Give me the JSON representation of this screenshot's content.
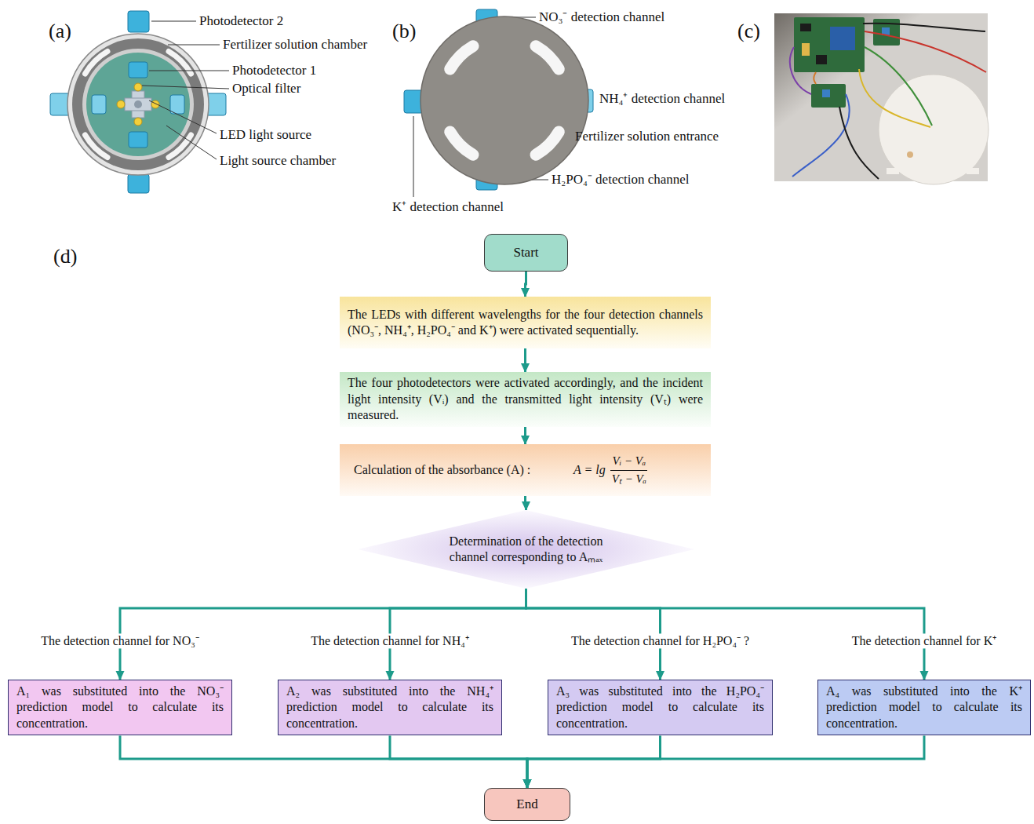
{
  "diagram": {
    "nodes": [
      {
        "text": [
          "Start"
        ]
      },
      {
        "text": [
          "The LEDs with different wavelengths for the four detection channels (NO₃⁻, NH₄⁺, H₂PO₄⁻ and K⁺) were activated sequentially."
        ]
      },
      {
        "text": [
          "The four photodetectors were activated accordingly, and the incident light intensity (Vᵢ) and the transmitted light intensity (Vₜ) were measured."
        ]
      },
      {
        "text": [
          "Calculation of the absorbance (A) :",
          "A = lg",
          "Vᵢ − Vₐ",
          "Vₜ − Vₐ"
        ]
      },
      {
        "text": [
          "Determination of the detection channel corresponding to Aₘₐₓ"
        ]
      },
      {
        "text": [
          "A₁ was substituted into the NO₃⁻ prediction model to calculate its concentration."
        ]
      },
      {
        "text": [
          "A₂ was substituted into the NH₄⁺ prediction model to calculate its concentration."
        ]
      },
      {
        "text": [
          "A₃ was substituted into the H₂PO₄⁻ prediction model to calculate its concentration."
        ]
      },
      {
        "text": [
          "A₄ was substituted into the K⁺ prediction model to calculate its concentration."
        ]
      },
      {
        "text": [
          "End"
        ]
      }
    ],
    "edges": [
      {
        "from": 0,
        "to": 1,
        "arrow": "to"
      },
      {
        "from": 1,
        "to": 2,
        "arrow": "to"
      },
      {
        "from": 2,
        "to": 3,
        "arrow": "to"
      },
      {
        "from": 3,
        "to": 4,
        "arrow": "to"
      },
      {
        "from": 4,
        "to": 5,
        "arrow": "to",
        "label": "The detection channel for NO₃⁻"
      },
      {
        "from": 4,
        "to": 6,
        "arrow": "to",
        "label": "The detection channel for NH₄⁺"
      },
      {
        "from": 4,
        "to": 7,
        "arrow": "to",
        "label": "The detection channel for H₂PO₄⁻ ?"
      },
      {
        "from": 4,
        "to": 8,
        "arrow": "to",
        "label": "The detection channel for K⁺"
      },
      {
        "from": 5,
        "to": 9,
        "arrow": "to"
      },
      {
        "from": 6,
        "to": 9,
        "arrow": "to"
      },
      {
        "from": 7,
        "to": 9,
        "arrow": "to"
      },
      {
        "from": 8,
        "to": 9,
        "arrow": "to"
      }
    ],
    "labels": [
      "(a)",
      "Photodetector 2",
      "Fertilizer solution chamber",
      "Photodetector 1",
      "Optical filter",
      "LED light source",
      "Light source chamber",
      "(b)",
      "NO₃⁻ detection channel",
      "NH₄⁺ detection channel",
      "Fertilizer solution entrance",
      "H₂PO₄⁻ detection channel",
      "K⁺ detection channel",
      "(c)",
      "(d)"
    ]
  }
}
